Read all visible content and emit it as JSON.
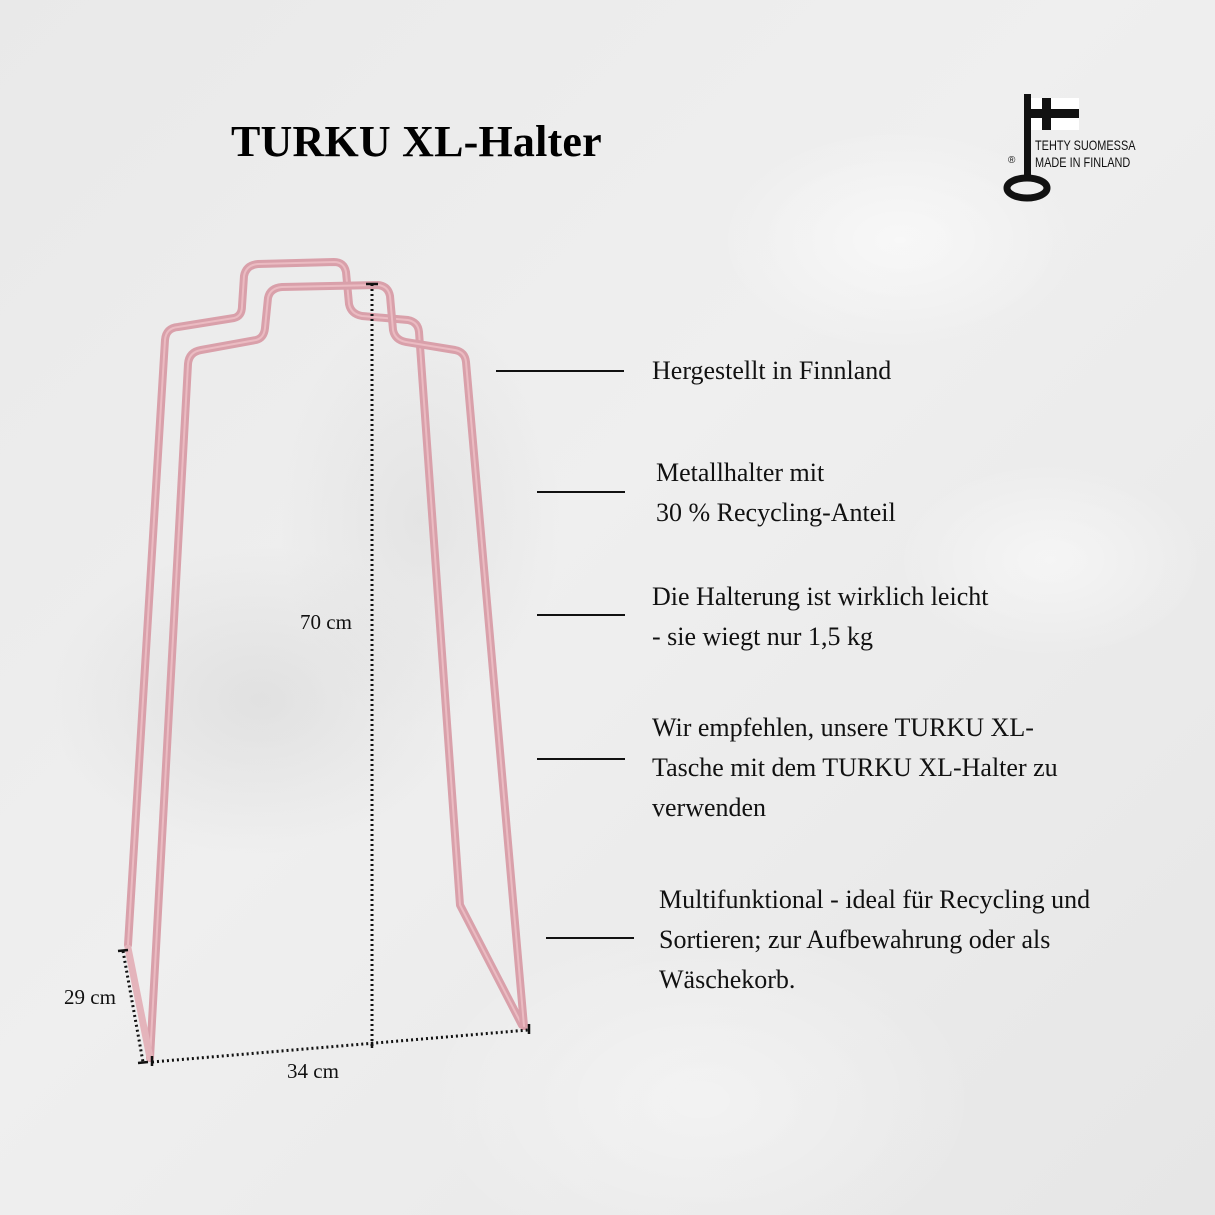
{
  "header": {
    "title": "TURKU XL-Halter"
  },
  "logo": {
    "line1": "TEHTY SUOMESSA",
    "line2": "MADE IN FINLAND",
    "registered": "®",
    "flag_colors": {
      "cross": "#111111",
      "field": "#ffffff"
    }
  },
  "product": {
    "frame_color": "#e2a8b0",
    "dimensions": {
      "height": "70 cm",
      "width": "34 cm",
      "depth": "29 cm"
    }
  },
  "features": [
    {
      "lines": [
        "Hergestellt in Finnland"
      ]
    },
    {
      "lines": [
        "Metallhalter mit",
        "30 % Recycling-Anteil"
      ]
    },
    {
      "lines": [
        "Die Halterung ist wirklich leicht",
        "- sie wiegt nur 1,5 kg"
      ]
    },
    {
      "lines": [
        "Wir empfehlen, unsere TURKU XL-",
        "Tasche mit dem TURKU XL-Halter zu",
        "verwenden"
      ]
    },
    {
      "lines": [
        "Multifunktional - ideal für Recycling und",
        "Sortieren; zur Aufbewahrung oder als",
        "Wäschekorb."
      ]
    }
  ]
}
